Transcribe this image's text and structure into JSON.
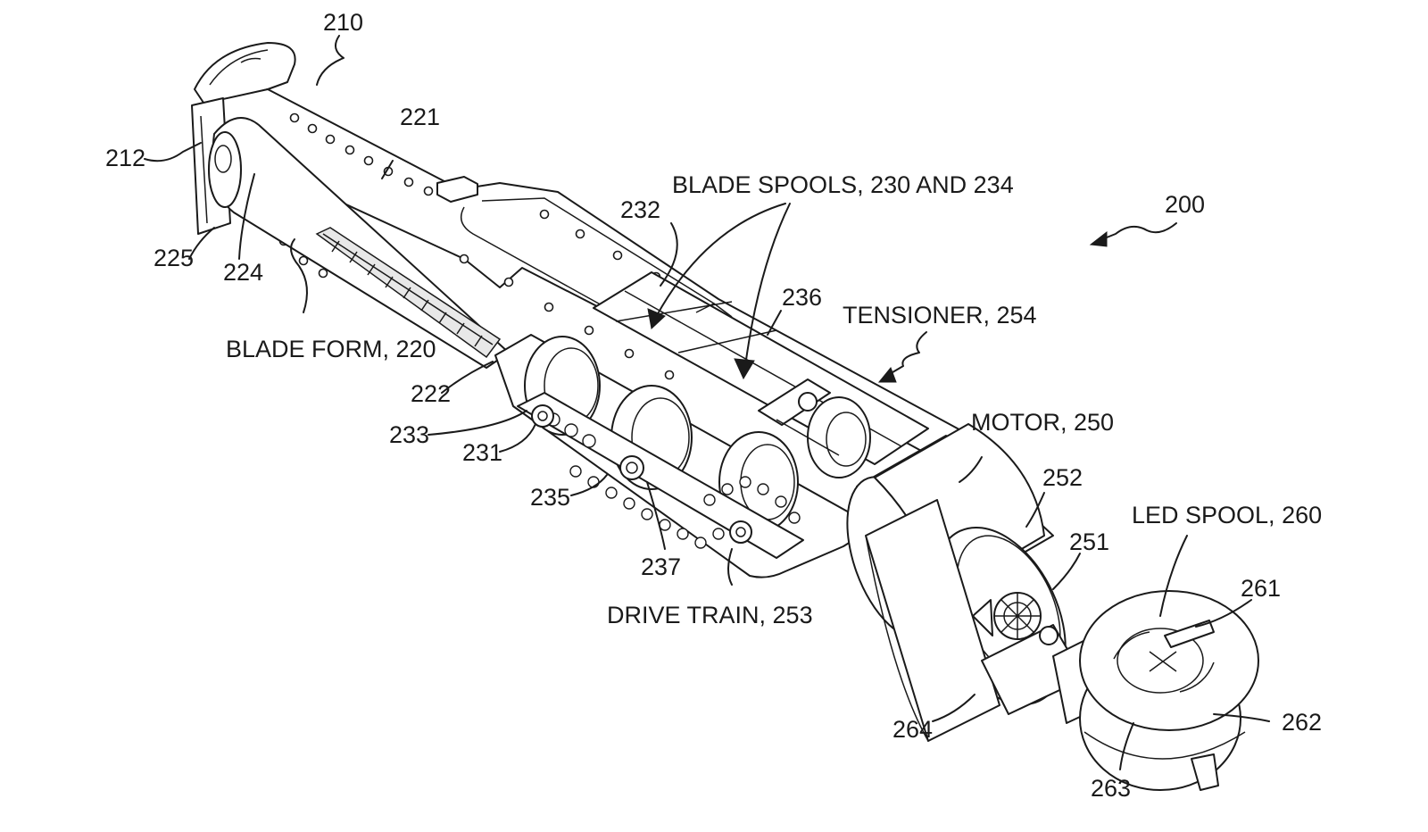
{
  "labels": {
    "l200": "200",
    "l210": "210",
    "l212": "212",
    "l220": "BLADE FORM, 220",
    "l221": "221",
    "l222": "222",
    "l224": "224",
    "l225": "225",
    "l230": "BLADE SPOOLS, 230 AND 234",
    "l231": "231",
    "l232": "232",
    "l233": "233",
    "l235": "235",
    "l236": "236",
    "l237": "237",
    "l250": "MOTOR, 250",
    "l251": "251",
    "l252": "252",
    "l253": "DRIVE TRAIN, 253",
    "l254": "TENSIONER, 254",
    "l260": "LED SPOOL, 260",
    "l261": "261",
    "l262": "262",
    "l263": "263",
    "l264": "264"
  }
}
